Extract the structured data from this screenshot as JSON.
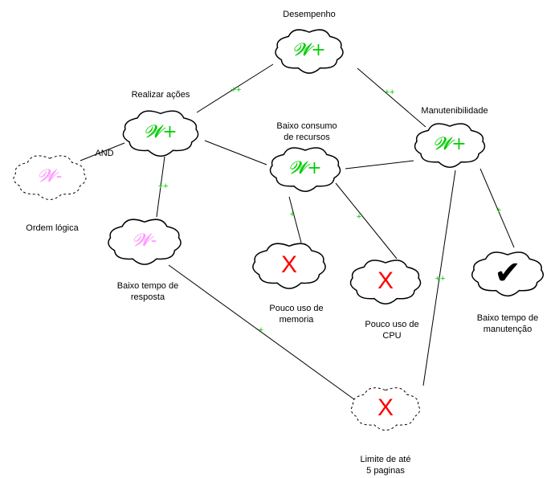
{
  "colors": {
    "satisfied": "#00cc00",
    "denied": "#ff99ff",
    "cross": "#ff0000",
    "edge": "#000000"
  },
  "goals": [
    {
      "id": "desempenho",
      "label": "Desempenho",
      "mark": "𝓦+",
      "mark_kind": "weakly-satisfied",
      "border": "solid"
    },
    {
      "id": "realizar",
      "label": "Realizar ações",
      "mark": "𝓦+",
      "mark_kind": "weakly-satisfied",
      "border": "solid"
    },
    {
      "id": "manut",
      "label": "Manutenibilidade",
      "mark": "𝓦+",
      "mark_kind": "weakly-satisfied",
      "border": "solid"
    },
    {
      "id": "recursos",
      "label_lines": [
        "Baixo consumo",
        "de recursos"
      ],
      "mark": "𝓦+",
      "mark_kind": "weakly-satisfied",
      "border": "solid"
    },
    {
      "id": "ordem",
      "label": "Ordem lógica",
      "mark": "𝓦-",
      "mark_kind": "weakly-denied",
      "border": "dashed"
    },
    {
      "id": "tempo",
      "label_lines": [
        "Baixo tempo de",
        "resposta"
      ],
      "mark": "𝓦-",
      "mark_kind": "weakly-denied",
      "border": "solid"
    },
    {
      "id": "memoria",
      "label_lines": [
        "Pouco uso de",
        "memoria"
      ],
      "mark": "X",
      "mark_kind": "denied",
      "border": "solid"
    },
    {
      "id": "cpu",
      "label_lines": [
        "Pouco uso de",
        "CPU"
      ],
      "mark": "X",
      "mark_kind": "denied",
      "border": "solid"
    },
    {
      "id": "manutencao",
      "label_lines": [
        "Baixo tempo de",
        "manutenção"
      ],
      "mark": "✔",
      "mark_kind": "satisfied",
      "border": "solid"
    },
    {
      "id": "limite",
      "label_lines": [
        "Limite de até",
        "5 paginas"
      ],
      "mark": "X",
      "mark_kind": "denied",
      "border": "dashed"
    }
  ],
  "links": [
    {
      "from": "realizar",
      "to": "desempenho",
      "label": "++"
    },
    {
      "from": "desempenho",
      "to": "manut",
      "label": "++"
    },
    {
      "from": "realizar",
      "to": "recursos",
      "label": ""
    },
    {
      "from": "recursos",
      "to": "manut",
      "label": ""
    },
    {
      "from": "ordem",
      "to": "realizar",
      "label": "AND"
    },
    {
      "from": "tempo",
      "to": "realizar",
      "label": "++"
    },
    {
      "from": "memoria",
      "to": "recursos",
      "label": "+"
    },
    {
      "from": "cpu",
      "to": "recursos",
      "label": "+"
    },
    {
      "from": "manutencao",
      "to": "manut",
      "label": "+"
    },
    {
      "from": "limite",
      "to": "manut",
      "label": "++"
    },
    {
      "from": "tempo",
      "to": "limite",
      "label": "+"
    }
  ]
}
